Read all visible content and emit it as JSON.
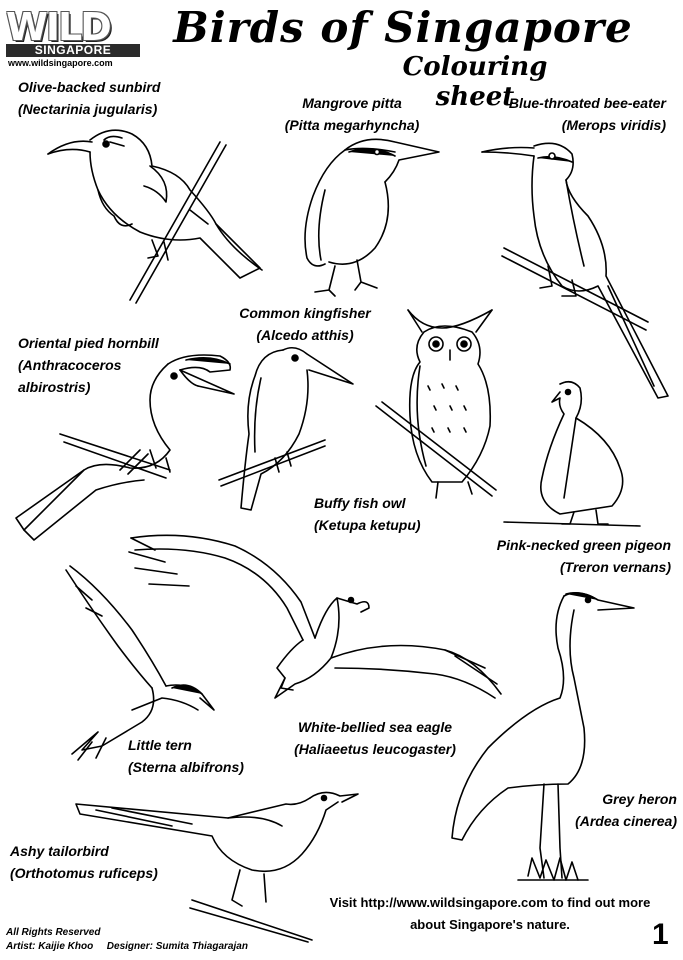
{
  "logo": {
    "brand": "WILD",
    "sub": "SINGAPORE",
    "url": "www.wildsingapore.com"
  },
  "title": "Birds of Singapore",
  "subtitle": "Colouring sheet",
  "birds": [
    {
      "common": "Olive-backed sunbird",
      "scientific": "(Nectarinia jugularis)"
    },
    {
      "common": "Mangrove pitta",
      "scientific": "(Pitta megarhyncha)"
    },
    {
      "common": "Blue-throated bee-eater",
      "scientific": "(Merops viridis)"
    },
    {
      "common": "Common kingfisher",
      "scientific": "(Alcedo atthis)"
    },
    {
      "common": "Oriental pied hornbill",
      "scientific_lines": [
        "(Anthracoceros",
        "albirostris)"
      ]
    },
    {
      "common": "Buffy fish owl",
      "scientific": "(Ketupa ketupu)"
    },
    {
      "common": "Pink-necked green pigeon",
      "scientific": "(Treron vernans)"
    },
    {
      "common": "Little tern",
      "scientific": "(Sterna albifrons)"
    },
    {
      "common": "White-bellied sea eagle",
      "scientific": "(Haliaeetus leucogaster)"
    },
    {
      "common": "Grey heron",
      "scientific": "(Ardea cinerea)"
    },
    {
      "common": "Ashy tailorbird",
      "scientific": "(Orthotomus ruficeps)"
    }
  ],
  "footer": {
    "visit_line1": "Visit http://www.wildsingapore.com to find out more",
    "visit_line2": "about Singapore's nature.",
    "rights": "All Rights Reserved",
    "artist": "Artist: Kaijie Khoo",
    "designer": "Designer: Sumita Thiagarajan",
    "page_number": "1"
  }
}
